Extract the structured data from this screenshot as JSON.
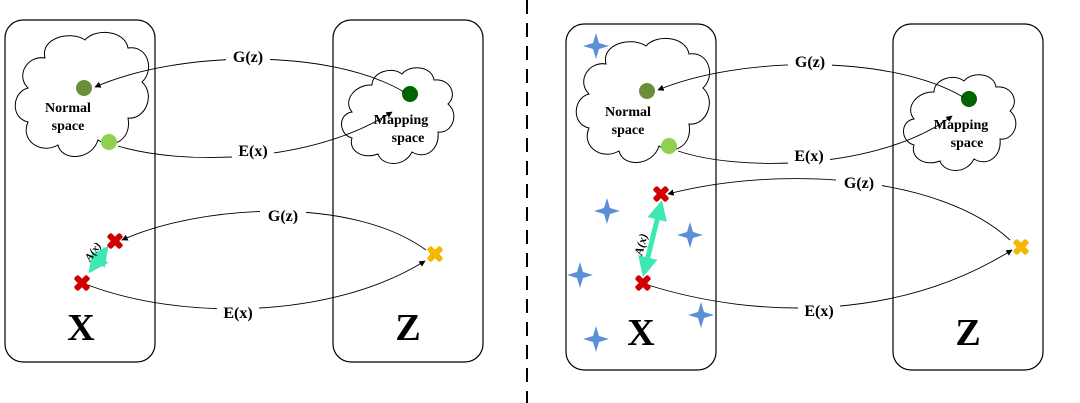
{
  "left": {
    "box_x_label": "X",
    "box_z_label": "Z",
    "normal_space_line1": "Normal",
    "normal_space_line2": "space",
    "mapping_space_line1": "Mapping",
    "mapping_space_line2": "space",
    "top_g_label": "G(z)",
    "top_e_label": "E(x)",
    "bottom_g_label": "G(z)",
    "bottom_e_label": "E(x)",
    "anomaly_label": "A(x)"
  },
  "right": {
    "box_x_label": "X",
    "box_z_label": "Z",
    "normal_space_line1": "Normal",
    "normal_space_line2": "space",
    "mapping_space_line1": "Mapping",
    "mapping_space_line2": "space",
    "top_g_label": "G(z)",
    "top_e_label": "E(x)",
    "bottom_g_label": "G(z)",
    "bottom_e_label": "E(x)",
    "anomaly_label": "A(x)"
  },
  "colors": {
    "normal_dark": "#6b8e3a",
    "normal_light": "#8fd14f",
    "mapping_dot": "#006400",
    "anomaly_cross": "#d10000",
    "latent_cross": "#f5b800",
    "anomaly_arrow": "#3ee8b5",
    "star": "#5b8fd6"
  }
}
